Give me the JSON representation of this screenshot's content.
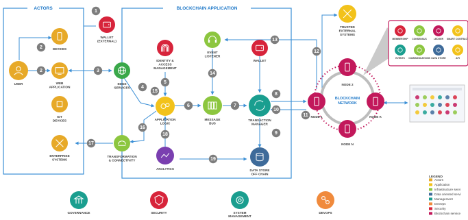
{
  "sections": {
    "actors": "ACTORS",
    "blockchain_app": "BLOCKCHAIN APPLICATION",
    "blockchain_network": [
      "BLOCKCHAIN",
      "NETWORK"
    ]
  },
  "nodes": {
    "wallet_external": [
      "WALLET",
      "(EXTERNAL)"
    ],
    "devices": [
      "DEVICES"
    ],
    "user": [
      "USER"
    ],
    "web_application": [
      "WEB",
      "APPLICATION"
    ],
    "iot_devices": [
      "IOT",
      "DEVICES"
    ],
    "enterprise_systems": [
      "ENTERPRISE",
      "SYSTEMS"
    ],
    "edge_services": [
      "EDGE",
      "SERVICES"
    ],
    "identity": [
      "IDENTITY &",
      "ACCESS",
      "MANAGEMENT"
    ],
    "event_listener": [
      "EVENT",
      "LISTENER"
    ],
    "wallet": [
      "WALLET"
    ],
    "application_logic": [
      "APPLICATION",
      "LOGIC"
    ],
    "message_bus": [
      "MESSAGE",
      "BUS"
    ],
    "transaction_manager": [
      "TRANSACTION",
      "MANAGER"
    ],
    "transformation": [
      "TRANSFORMATION",
      "& CONNECTIVITY"
    ],
    "analytics": [
      "ANALYTICS"
    ],
    "data_store": [
      "DATA STORE",
      "OFF CHAIN"
    ],
    "trusted_external": [
      "TRUSTED",
      "EXTERNAL",
      "SYSTEMS"
    ],
    "node_1": [
      "NODE 1"
    ],
    "node_2": [
      "NODE 2"
    ],
    "node_k": [
      "NODE K"
    ],
    "node_n": [
      "NODE N"
    ]
  },
  "badges": [
    "1",
    "2",
    "2",
    "3",
    "4",
    "5",
    "6",
    "7",
    "8",
    "9",
    "10",
    "11",
    "12",
    "13",
    "14",
    "15",
    "16",
    "17",
    "18",
    "19"
  ],
  "callout": {
    "items": [
      "MEMBERSHIP",
      "CONSENSUS",
      "LEDGER",
      "SMART CONTRACT",
      "EVENTS",
      "COMMUNICATIONS",
      "DATA STORE",
      "API"
    ]
  },
  "bottom": {
    "governance": "GOVERNANCE",
    "security": "SECURITY",
    "system_management": [
      "SYSTEM",
      "MANAGEMENT"
    ],
    "devops": "DEVOPS"
  },
  "legend": {
    "title": "LEGEND",
    "items": [
      {
        "label": "Actors",
        "color": "#e7a928"
      },
      {
        "label": "Application",
        "color": "#f2c21b"
      },
      {
        "label": "Infrastructure servi",
        "color": "#8cc63f"
      },
      {
        "label": "Data oriented servi",
        "color": "#3e6b9a"
      },
      {
        "label": "Management",
        "color": "#1a9e8f"
      },
      {
        "label": "DevOps",
        "color": "#f08a3c"
      },
      {
        "label": "Security",
        "color": "#d7243b"
      },
      {
        "label": "Blockchain service",
        "color": "#c2185b"
      }
    ]
  },
  "colors": {
    "border": "#3b8fd6",
    "arrow": "#3b8fd6",
    "badge": "#7d7d7d",
    "actor": "#e7a928",
    "app": "#f2c21b",
    "infra": "#8cc63f",
    "data": "#3e6b9a",
    "mgmt": "#1a9e8f",
    "devops": "#f08a3c",
    "security": "#d7243b",
    "chain": "#c2185b",
    "edge": "#3aa84a",
    "analytics": "#7a3fb0"
  }
}
